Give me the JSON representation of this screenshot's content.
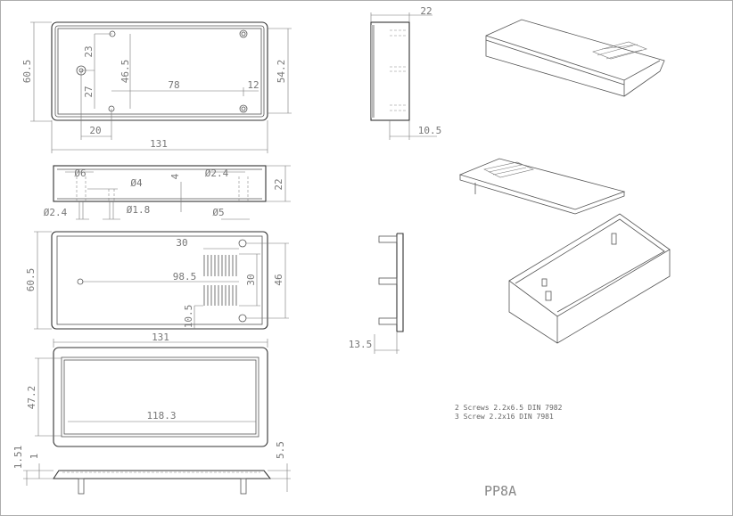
{
  "title": "PP8A",
  "notes": [
    "2 Screws 2.2x6.5   DIN 7982",
    "3 Screw 2.2x16  DIN 7981"
  ],
  "top_view": {
    "height": "60.5",
    "inner_height": "54.2",
    "width": "131",
    "d20": "20",
    "d23": "23",
    "d27": "27",
    "d46_5": "46.5",
    "d78": "78",
    "d12": "12"
  },
  "side_view": {
    "height": "22",
    "d6": "Ø6",
    "d4": "Ø4",
    "h4": "4",
    "d2_4_top": "Ø2.4",
    "d2_4_bottom": "Ø2.4",
    "d1_8": "Ø1.8",
    "d5": "Ø5"
  },
  "bottom_view": {
    "height": "60.5",
    "vent_width": "30",
    "d98_5": "98.5",
    "vent_height": "30",
    "d46": "46",
    "d10_5": "10.5"
  },
  "front_view": {
    "width": "131",
    "inner_height": "47.2",
    "inner_width": "118.3"
  },
  "lid_view": {
    "d1_51": "1.51",
    "d1": "1",
    "d5_5": "5.5"
  },
  "end_view": {
    "depth": "22",
    "d10_5": "10.5"
  },
  "lid_end_view": {
    "d13_5": "13.5"
  }
}
